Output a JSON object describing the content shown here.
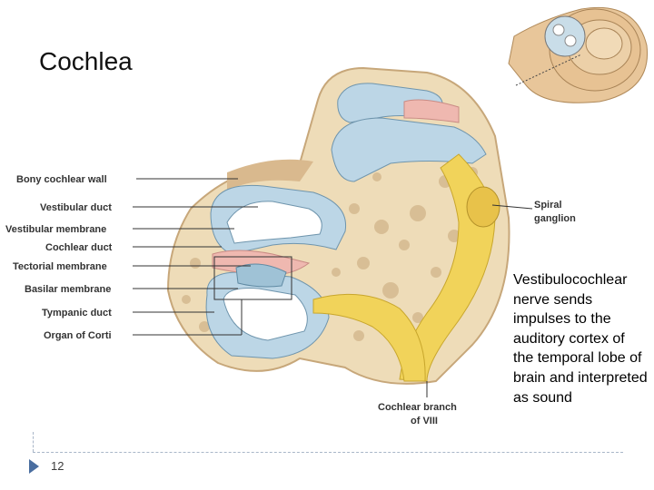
{
  "slide": {
    "title": "Cochlea",
    "page_number": "12",
    "caption": "Vestibulocochlear nerve sends impulses to the auditory cortex of the temporal lobe of brain and interpreted as sound"
  },
  "diagram": {
    "left_labels": [
      "Bony cochlear wall",
      "Vestibular duct",
      "Vestibular membrane",
      "Cochlear duct",
      "Tectorial membrane",
      "Basilar membrane",
      "Tympanic duct",
      "Organ of Corti"
    ],
    "spiral_ganglion": [
      "Spiral",
      "ganglion"
    ],
    "cochlear_branch": [
      "Cochlear branch",
      "of VIII"
    ]
  },
  "colors": {
    "bone": "#eedcb8",
    "bone_dark": "#c7a77a",
    "duct_blue": "#bcd6e6",
    "membrane_pink": "#efb8b0",
    "nerve_yellow": "#f1d35a",
    "accent_arrow": "#4a6ea0"
  }
}
